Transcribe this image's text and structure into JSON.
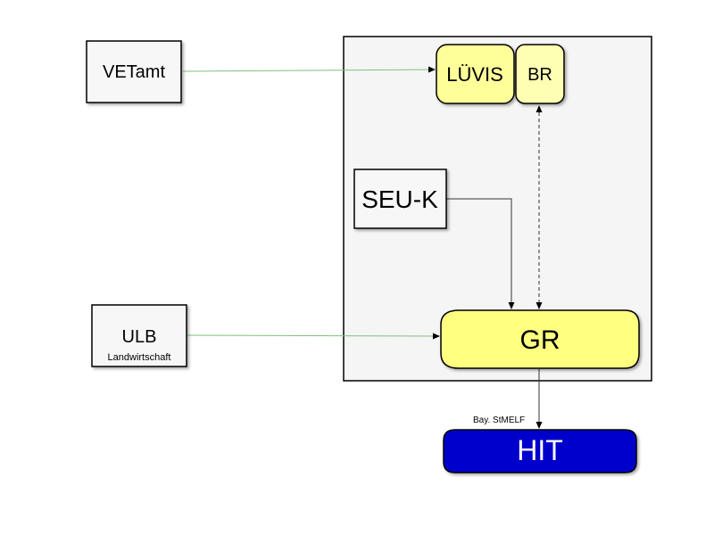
{
  "nodes": {
    "vetamt": {
      "label": "VETamt"
    },
    "luevis": {
      "label": "LÜVIS"
    },
    "br": {
      "label": "BR"
    },
    "seuk": {
      "label": "SEU-K"
    },
    "ulb": {
      "label": "ULB",
      "sublabel": "Landwirtschaft"
    },
    "gr": {
      "label": "GR"
    },
    "hit": {
      "label": "HIT"
    }
  },
  "edges": {
    "gr_to_hit": {
      "label": "Bay. StMELF"
    }
  },
  "colors": {
    "yellow_fill": "#ffff99",
    "light_yellow_fill": "#ffffb3",
    "hit_fill": "#0000cc",
    "container_fill": "#f5f5f5",
    "green_line": "#7fbf7f"
  }
}
